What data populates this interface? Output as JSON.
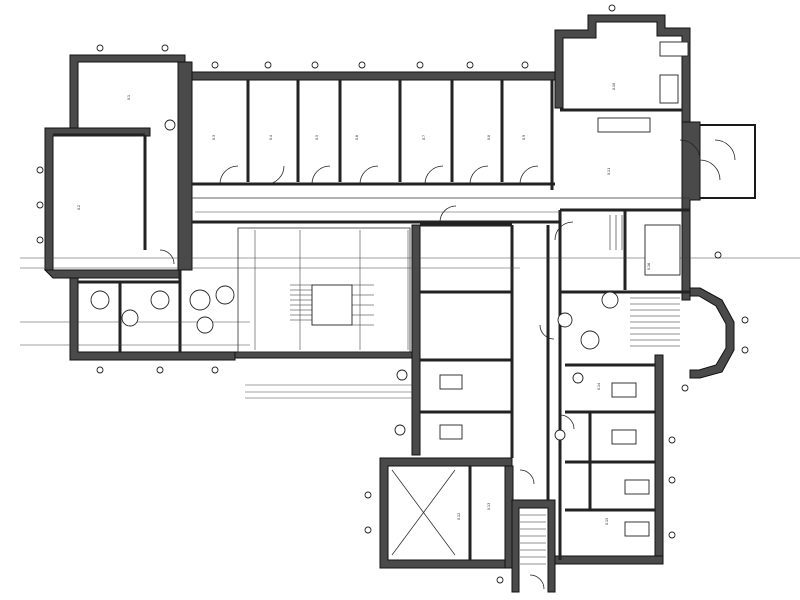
{
  "drawing": {
    "type": "architectural floor plan",
    "room_labels": [
      {
        "id": "rl1",
        "text": "0.1"
      },
      {
        "id": "rl2",
        "text": "0.2"
      },
      {
        "id": "rl3",
        "text": "0.3"
      },
      {
        "id": "rl4",
        "text": "0.4"
      },
      {
        "id": "rl5",
        "text": "0.5"
      },
      {
        "id": "rl6",
        "text": "0.6"
      },
      {
        "id": "rl7",
        "text": "0.7"
      },
      {
        "id": "rl8",
        "text": "0.8"
      },
      {
        "id": "rl9",
        "text": "0.9"
      },
      {
        "id": "rl10",
        "text": "0.10"
      },
      {
        "id": "rl11",
        "text": "0.11"
      },
      {
        "id": "rl12",
        "text": "0.12"
      },
      {
        "id": "rl13",
        "text": "0.13"
      },
      {
        "id": "rl14",
        "text": "0.14"
      },
      {
        "id": "rl15",
        "text": "0.15"
      },
      {
        "id": "rl16",
        "text": "0.16"
      }
    ]
  }
}
